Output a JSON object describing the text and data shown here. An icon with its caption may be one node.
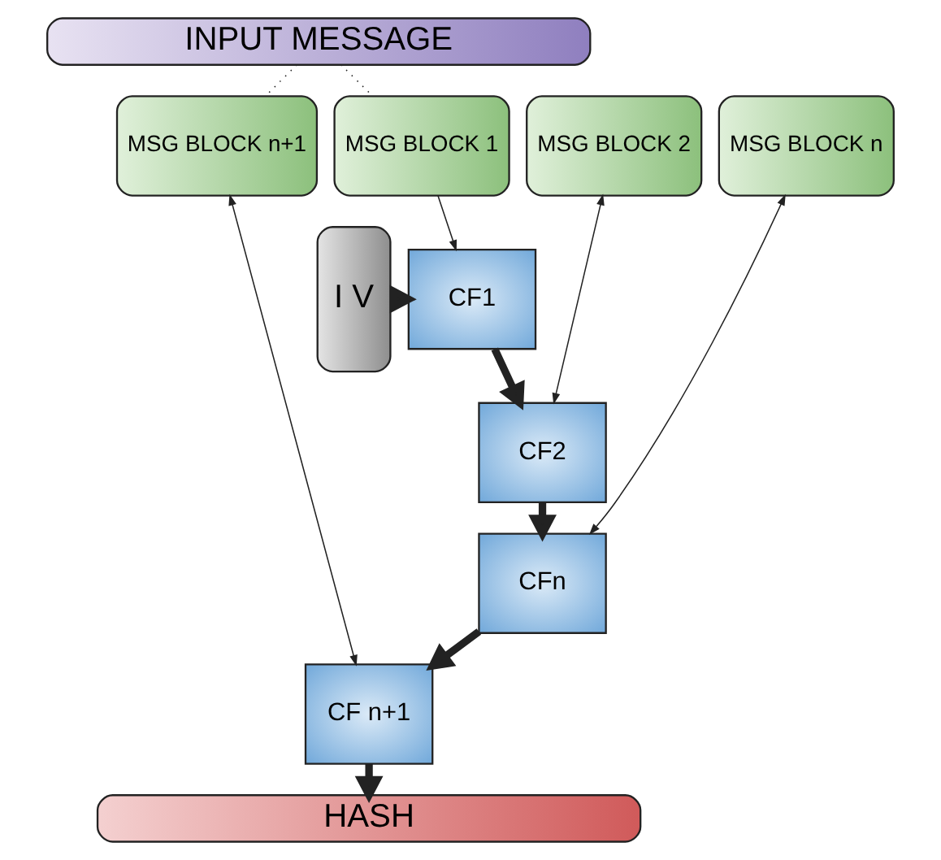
{
  "diagram": {
    "nodes": [
      {
        "text": [
          "INPUT MESSAGE"
        ]
      },
      {
        "text": [
          "MSG BLOCK 1"
        ]
      },
      {
        "text": [
          "MSG BLOCK 2"
        ]
      },
      {
        "text": [
          "MSG BLOCK n"
        ]
      },
      {
        "text": [
          "MSG BLOCK n+1"
        ]
      },
      {
        "text": [
          "I V"
        ]
      },
      {
        "text": [
          "CF1"
        ]
      },
      {
        "text": [
          "CF2"
        ]
      },
      {
        "text": [
          "CFn"
        ]
      },
      {
        "text": [
          "CF n+1"
        ]
      },
      {
        "text": [
          "HASH"
        ]
      }
    ],
    "edges": [
      {
        "from": 0,
        "to": 1,
        "arrow": "none",
        "style": "dashed"
      },
      {
        "from": 0,
        "to": 4,
        "arrow": "none",
        "style": "dashed"
      },
      {
        "from": 1,
        "to": 6,
        "arrow": "to"
      },
      {
        "from": 2,
        "to": 7,
        "arrow": "both"
      },
      {
        "from": 3,
        "to": 8,
        "arrow": "both"
      },
      {
        "from": 4,
        "to": 9,
        "arrow": "both"
      },
      {
        "from": 5,
        "to": 6,
        "arrow": "to",
        "style": "thick"
      },
      {
        "from": 6,
        "to": 7,
        "arrow": "to",
        "style": "thick"
      },
      {
        "from": 7,
        "to": 8,
        "arrow": "to",
        "style": "thick"
      },
      {
        "from": 8,
        "to": 9,
        "arrow": "to",
        "style": "thick"
      },
      {
        "from": 9,
        "to": 10,
        "arrow": "to",
        "style": "thick"
      }
    ]
  }
}
